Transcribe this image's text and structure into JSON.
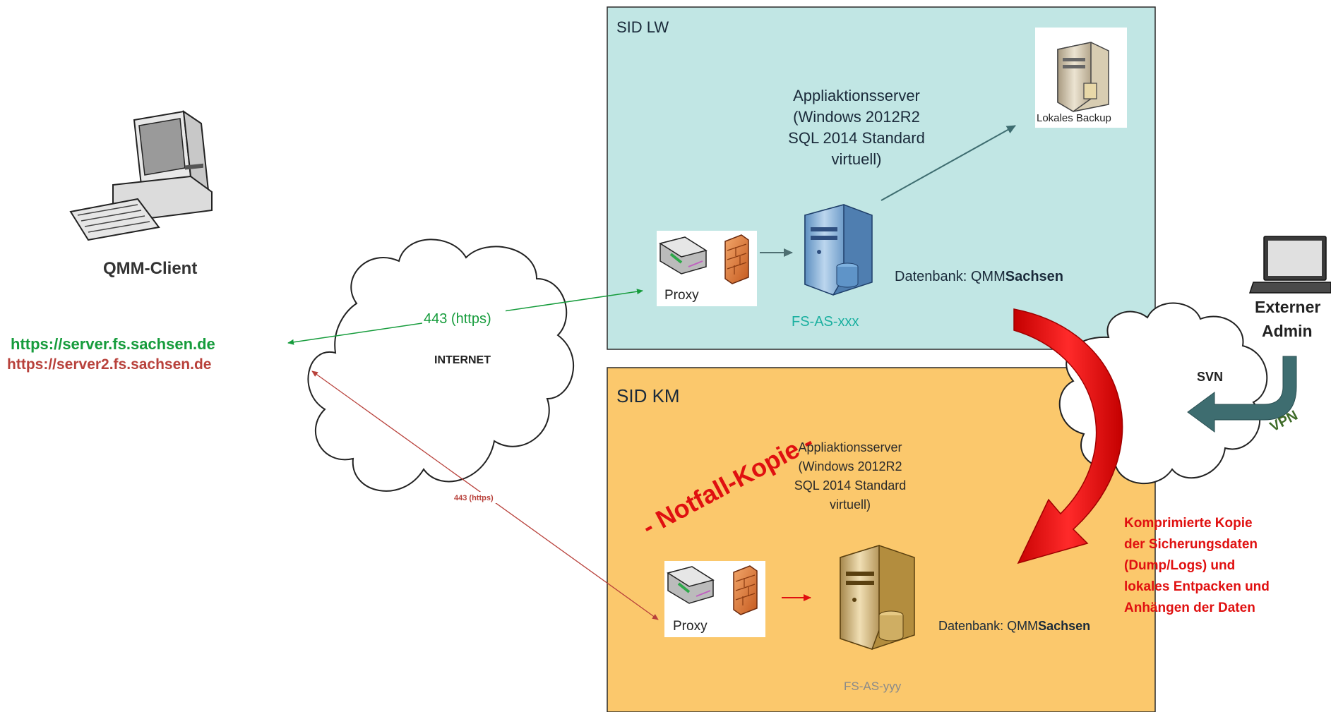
{
  "colors": {
    "zone_lw_fill": "#c1e6e4",
    "zone_km_fill": "#fbc86c",
    "green": "#169c3c",
    "dark_red": "#b8413b",
    "bright_red": "#e01010",
    "dark_teal": "#3e6d70",
    "vpn_green": "#3e6b28",
    "label_teal": "#1bb0a0",
    "text_dark": "#1a2a3a"
  },
  "client": {
    "label": "QMM-Client",
    "url_primary": "https://server.fs.sachsen.de",
    "url_secondary": "https://server2.fs.sachsen.de"
  },
  "internet": {
    "label": "INTERNET",
    "conn_primary": "443 (https)",
    "conn_secondary": "443 (https)"
  },
  "sid_lw": {
    "title": "SID LW",
    "server_desc": [
      "Appliaktionsserver",
      "(Windows 2012R2",
      "SQL 2014 Standard",
      "virtuell)"
    ],
    "backup_label": "Lokales Backup",
    "proxy_label": "Proxy",
    "server_name": "FS-AS-xxx",
    "db_prefix": "Datenbank: QMM",
    "db_bold": "Sachsen"
  },
  "sid_km": {
    "title": "SID KM",
    "server_desc": [
      "Appliaktionsserver",
      "(Windows 2012R2",
      "SQL 2014 Standard",
      "virtuell)"
    ],
    "emergency_label": "- Notfall-Kopie -",
    "proxy_label": "Proxy",
    "server_name": "FS-AS-yyy",
    "db_prefix": "Datenbank: QMM",
    "db_bold": "Sachsen"
  },
  "external": {
    "admin_lines": [
      "Externer",
      "Admin"
    ],
    "svn_label": "SVN",
    "vpn_label": "VPN"
  },
  "copy_note": [
    "Komprimierte Kopie",
    "der Sicherungsdaten",
    "(Dump/Logs) und",
    "lokales Entpacken und",
    "Anhängen der Daten"
  ]
}
